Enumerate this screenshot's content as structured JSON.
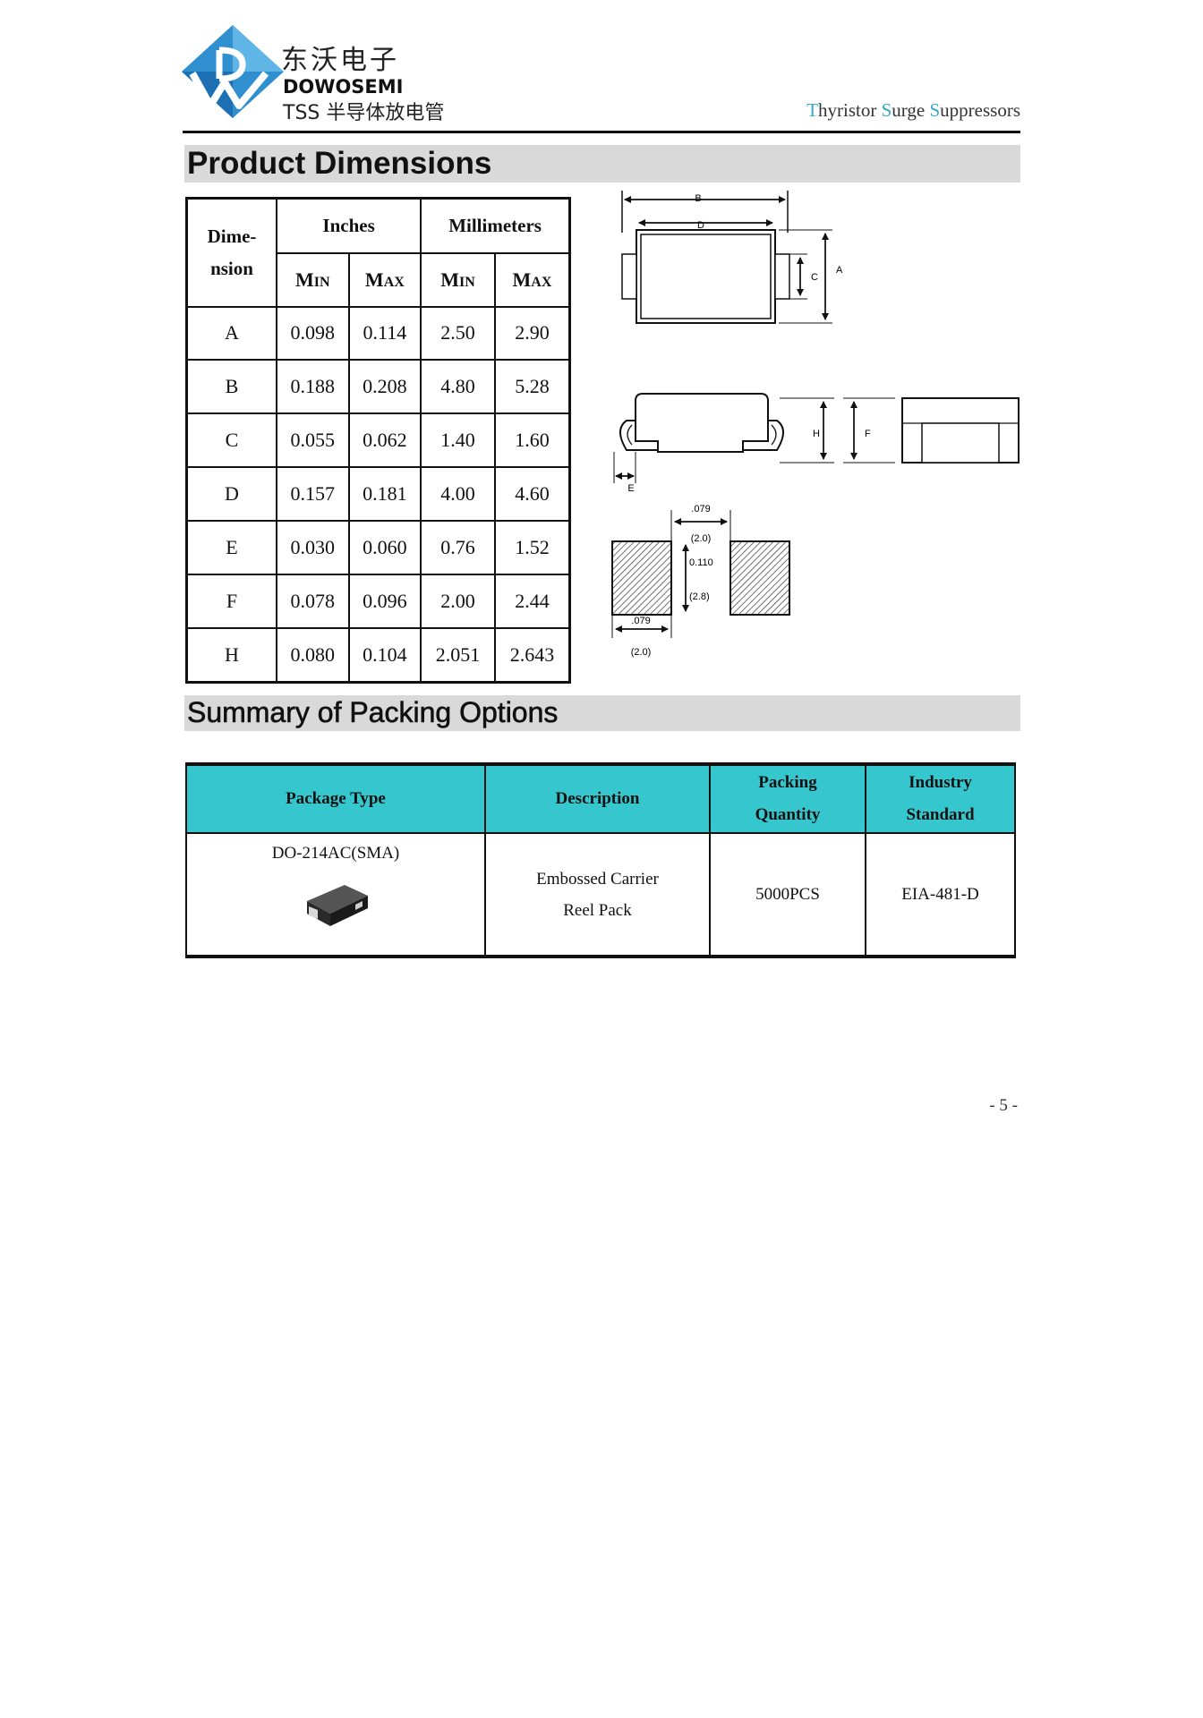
{
  "header": {
    "brand_cn": "东沃电子",
    "brand_en": "DOWOSEMI",
    "brand_sub": "TSS 半导体放电管",
    "tagline": [
      {
        "initial": "T",
        "rest": "hyristor "
      },
      {
        "initial": "S",
        "rest": "urge "
      },
      {
        "initial": "S",
        "rest": "uppressors"
      }
    ],
    "accent_color": "#33a9c9"
  },
  "sections": {
    "dimensions_title": "Product Dimensions",
    "packing_title": "Summary of Packing Options"
  },
  "dim_table": {
    "dim_header_line1": "Dime-",
    "dim_header_line2": "nsion",
    "inches": "Inches",
    "millimeters": "Millimeters",
    "min": {
      "cap": "M",
      "rest": "IN"
    },
    "max": {
      "cap": "M",
      "rest": "AX"
    },
    "rows": [
      {
        "dim": "A",
        "in_min": "0.098",
        "in_max": "0.114",
        "mm_min": "2.50",
        "mm_max": "2.90"
      },
      {
        "dim": "B",
        "in_min": "0.188",
        "in_max": "0.208",
        "mm_min": "4.80",
        "mm_max": "5.28"
      },
      {
        "dim": "C",
        "in_min": "0.055",
        "in_max": "0.062",
        "mm_min": "1.40",
        "mm_max": "1.60"
      },
      {
        "dim": "D",
        "in_min": "0.157",
        "in_max": "0.181",
        "mm_min": "4.00",
        "mm_max": "4.60"
      },
      {
        "dim": "E",
        "in_min": "0.030",
        "in_max": "0.060",
        "mm_min": "0.76",
        "mm_max": "1.52"
      },
      {
        "dim": "F",
        "in_min": "0.078",
        "in_max": "0.096",
        "mm_min": "2.00",
        "mm_max": "2.44"
      },
      {
        "dim": "H",
        "in_min": "0.080",
        "in_max": "0.104",
        "mm_min": "2.051",
        "mm_max": "2.643"
      }
    ]
  },
  "drawing_labels": {
    "b": "B",
    "d": "D",
    "c": "C",
    "a": "A",
    "h": "H",
    "f": "F",
    "e": "E",
    "pad_gap_in": ".079",
    "pad_gap_mm": "(2.0)",
    "pad_h_in": "0.110",
    "pad_h_mm": "(2.8)",
    "pad_w_in": ".079",
    "pad_w_mm": "(2.0)"
  },
  "pack_table": {
    "headers": {
      "package_type": "Package Type",
      "description": "Description",
      "packing_1": "Packing",
      "packing_2": "Quantity",
      "industry_1": "Industry",
      "industry_2": "Standard"
    },
    "row": {
      "package": "DO-214AC(SMA)",
      "desc_1": "Embossed Carrier",
      "desc_2": "Reel Pack",
      "quantity": "5000PCS",
      "standard": "EIA-481-D"
    },
    "header_color": "#35c7cd"
  },
  "footer": {
    "page": "- 5 -"
  }
}
